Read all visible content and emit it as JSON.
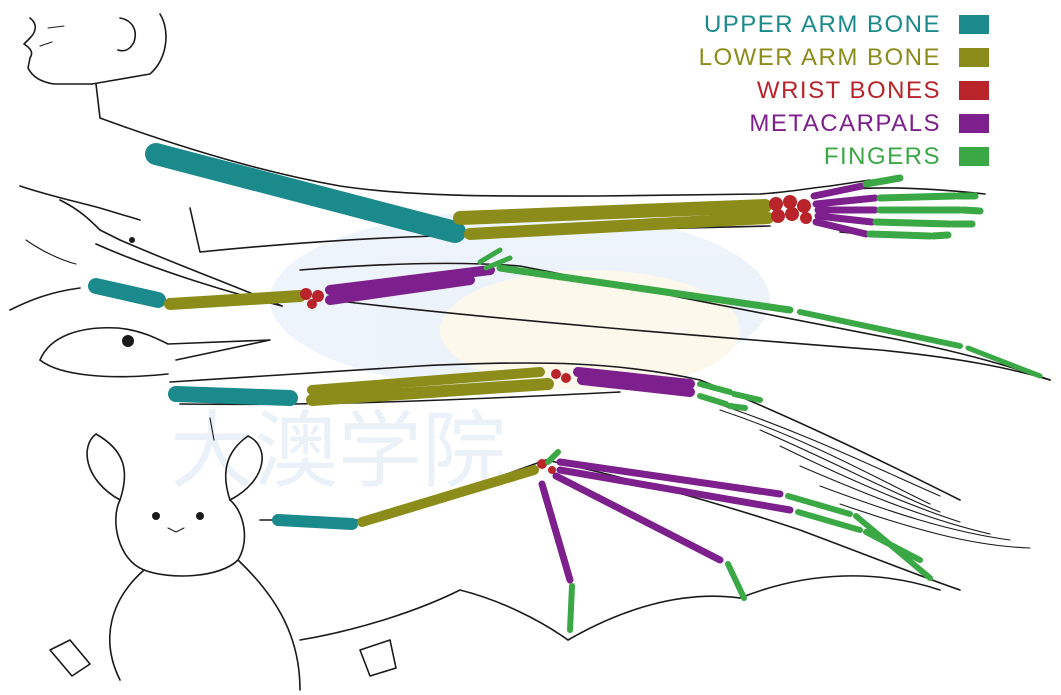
{
  "legend": [
    {
      "label": "UPPER ARM BONE",
      "color": "#1b8a8c"
    },
    {
      "label": "LOWER ARM BONE",
      "color": "#8c8c1a"
    },
    {
      "label": "WRIST BONES",
      "color": "#b8242a"
    },
    {
      "label": "METACARPALS",
      "color": "#7d1f8c"
    },
    {
      "label": "FINGERS",
      "color": "#3aa844"
    }
  ],
  "watermark": {
    "text": "大澳学院"
  }
}
